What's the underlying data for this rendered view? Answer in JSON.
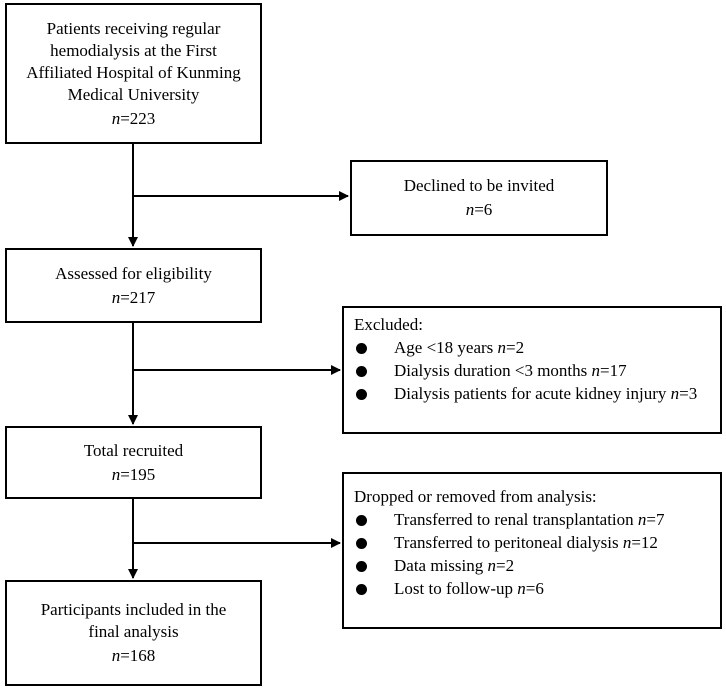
{
  "boxes": {
    "patients": {
      "text": "Patients receiving regular hemodialysis at the First Affiliated Hospital of Kunming Medical University",
      "n_label": "n",
      "n_value": "=223"
    },
    "declined": {
      "text": "Declined to be invited",
      "n_label": "n",
      "n_value": "=6"
    },
    "assessed": {
      "text": "Assessed for eligibility",
      "n_label": "n",
      "n_value": "=217"
    },
    "recruited": {
      "text": "Total recruited",
      "n_label": "n",
      "n_value": "=195"
    },
    "final": {
      "text": "Participants included in the final analysis",
      "n_label": "n",
      "n_value": "=168"
    }
  },
  "excluded": {
    "title": "Excluded:",
    "items": [
      {
        "text": "Age <18 years ",
        "n_label": "n",
        "n_value": "=2"
      },
      {
        "text": "Dialysis duration <3 months ",
        "n_label": "n",
        "n_value": "=17"
      },
      {
        "text": "Dialysis patients for acute kidney injury ",
        "n_label": "n",
        "n_value": "=3"
      }
    ]
  },
  "dropped": {
    "title": "Dropped or removed from analysis:",
    "items": [
      {
        "text": "Transferred to renal transplantation ",
        "n_label": "n",
        "n_value": "=7"
      },
      {
        "text": "Transferred to peritoneal dialysis ",
        "n_label": "n",
        "n_value": "=12"
      },
      {
        "text": "Data missing ",
        "n_label": "n",
        "n_value": "=2"
      },
      {
        "text": "Lost to follow-up ",
        "n_label": "n",
        "n_value": "=6"
      }
    ]
  }
}
